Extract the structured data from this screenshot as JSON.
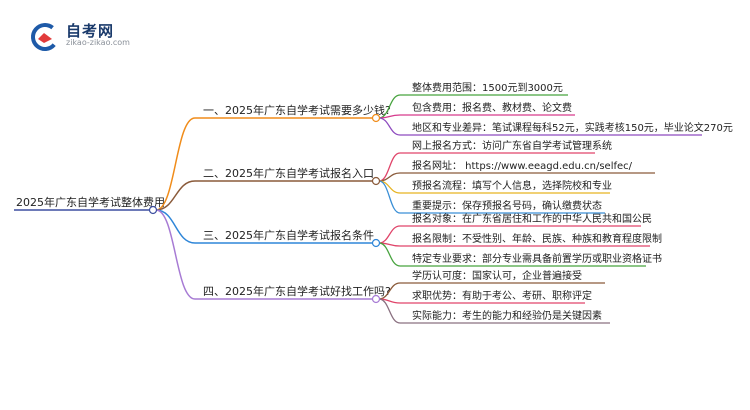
{
  "logo": {
    "title": "自考网",
    "url": "zikao-zikao.com",
    "colors": {
      "primary": "#1e5aa8",
      "accent": "#e23b3b"
    }
  },
  "root": {
    "label": "2025年广东自学考试整体费用",
    "color": "#3d4fa0"
  },
  "branches": [
    {
      "label": "一、2025年广东自学考试需要多少钱?",
      "color": "#f08c1a",
      "children": [
        {
          "label": "整体费用范围：1500元到3000元",
          "color": "#47a33e"
        },
        {
          "label": "包含费用：报名费、教材费、论文费",
          "color": "#d63a8c"
        },
        {
          "label": "地区和专业差异：笔试课程每科52元，实践考核150元，毕业论文270元",
          "color": "#8e4bbf"
        }
      ]
    },
    {
      "label": "二、2025年广东自学考试报名入口",
      "color": "#8a5a3a",
      "children": [
        {
          "label": "网上报名方式：访问广东省自学考试管理系统",
          "color": "#e0456a"
        },
        {
          "label": "报名网址： https://www.eeagd.edu.cn/selfec/",
          "color": "#8a5a3a"
        },
        {
          "label": "预报名流程：填写个人信息，选择院校和专业",
          "color": "#e6b422"
        },
        {
          "label": "重要提示：保存预报名号码，确认缴费状态",
          "color": "#3a8fd6"
        }
      ]
    },
    {
      "label": "三、2025年广东自学考试报名条件",
      "color": "#2f86d8",
      "children": [
        {
          "label": "报名对象：在广东省居住和工作的中华人民共和国公民",
          "color": "#e0456a"
        },
        {
          "label": "报名限制：不受性别、年龄、民族、种族和教育程度限制",
          "color": "#e0456a"
        },
        {
          "label": "特定专业要求：部分专业需具备前置学历或职业资格证书",
          "color": "#47a33e"
        }
      ]
    },
    {
      "label": "四、2025年广东自学考试好找工作吗?",
      "color": "#a77bd4",
      "children": [
        {
          "label": "学历认可度：国家认可，企业普遍接受",
          "color": "#8a5a3a"
        },
        {
          "label": "求职优势：有助于考公、考研、职称评定",
          "color": "#e0456a"
        },
        {
          "label": "实际能力：考生的能力和经验仍是关键因素",
          "color": "#8a7080"
        }
      ]
    }
  ]
}
